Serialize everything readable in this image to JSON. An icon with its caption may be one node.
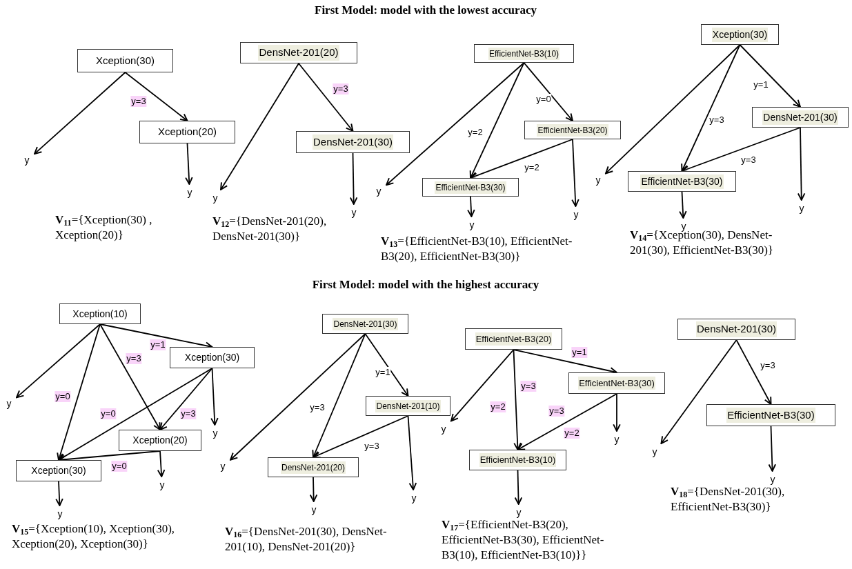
{
  "diagram": {
    "title": "First Model: model with the lowest accuracy",
    "nodes": [
      {
        "text": [
          "Xception(30)"
        ]
      },
      {
        "text": [
          "Xception(20)"
        ]
      },
      {
        "text": [
          "y"
        ]
      },
      {
        "text": [
          "y"
        ]
      },
      {
        "text": [
          "DensNet-201(20)"
        ]
      },
      {
        "text": [
          "DensNet-201(30)"
        ]
      },
      {
        "text": [
          "y"
        ]
      },
      {
        "text": [
          "y"
        ]
      },
      {
        "text": [
          "EfficientNet-B3(10)"
        ]
      },
      {
        "text": [
          "EfficientNet-B3(20)"
        ]
      },
      {
        "text": [
          "EfficientNet-B3(30)"
        ]
      },
      {
        "text": [
          "y"
        ]
      },
      {
        "text": [
          "y"
        ]
      },
      {
        "text": [
          "y"
        ]
      },
      {
        "text": [
          "Xception(30)"
        ]
      },
      {
        "text": [
          "DensNet-201(30)"
        ]
      },
      {
        "text": [
          "EfficientNet-B3(30)"
        ]
      },
      {
        "text": [
          "y"
        ]
      },
      {
        "text": [
          "y"
        ]
      },
      {
        "text": [
          "y"
        ]
      },
      {
        "text": [
          "Xception(10)"
        ]
      },
      {
        "text": [
          "Xception(30)"
        ]
      },
      {
        "text": [
          "Xception(20)"
        ]
      },
      {
        "text": [
          "Xception(30)"
        ]
      },
      {
        "text": [
          "y"
        ]
      },
      {
        "text": [
          "y"
        ]
      },
      {
        "text": [
          "y"
        ]
      },
      {
        "text": [
          "y"
        ]
      },
      {
        "text": [
          "DensNet-201(30)"
        ]
      },
      {
        "text": [
          "DensNet-201(10)"
        ]
      },
      {
        "text": [
          "DensNet-201(20)"
        ]
      },
      {
        "text": [
          "y"
        ]
      },
      {
        "text": [
          "y"
        ]
      },
      {
        "text": [
          "y"
        ]
      },
      {
        "text": [
          "EfficientNet-B3(20)"
        ]
      },
      {
        "text": [
          "EfficientNet-B3(30)"
        ]
      },
      {
        "text": [
          "EfficientNet-B3(10)"
        ]
      },
      {
        "text": [
          "y"
        ]
      },
      {
        "text": [
          "y"
        ]
      },
      {
        "text": [
          "y"
        ]
      },
      {
        "text": [
          "DensNet-201(30)"
        ]
      },
      {
        "text": [
          "EfficientNet-B3(30)"
        ]
      },
      {
        "text": [
          "y"
        ]
      },
      {
        "text": [
          "y"
        ]
      }
    ],
    "edges": [
      {
        "from": 0,
        "to": 2,
        "arrow": "to"
      },
      {
        "from": 0,
        "to": 1,
        "arrow": "to",
        "label": "y=3"
      },
      {
        "from": 1,
        "to": 3,
        "arrow": "to"
      },
      {
        "from": 4,
        "to": 6,
        "arrow": "to"
      },
      {
        "from": 4,
        "to": 5,
        "arrow": "to",
        "label": "y=3"
      },
      {
        "from": 5,
        "to": 7,
        "arrow": "to"
      },
      {
        "from": 8,
        "to": 11,
        "arrow": "to"
      },
      {
        "from": 8,
        "to": 10,
        "arrow": "to",
        "label": "y=2"
      },
      {
        "from": 8,
        "to": 9,
        "arrow": "to",
        "label": "y=0"
      },
      {
        "from": 9,
        "to": 10,
        "arrow": "to",
        "label": "y=2"
      },
      {
        "from": 9,
        "to": 13,
        "arrow": "to"
      },
      {
        "from": 10,
        "to": 12,
        "arrow": "to"
      },
      {
        "from": 14,
        "to": 17,
        "arrow": "to"
      },
      {
        "from": 14,
        "to": 16,
        "arrow": "to",
        "label": "y=3"
      },
      {
        "from": 14,
        "to": 15,
        "arrow": "to",
        "label": "y=1"
      },
      {
        "from": 15,
        "to": 16,
        "arrow": "to",
        "label": "y=3"
      },
      {
        "from": 15,
        "to": 19,
        "arrow": "to"
      },
      {
        "from": 16,
        "to": 18,
        "arrow": "to"
      },
      {
        "from": 20,
        "to": 24,
        "arrow": "to"
      },
      {
        "from": 20,
        "to": 23,
        "arrow": "to",
        "label": "y=0"
      },
      {
        "from": 20,
        "to": 22,
        "arrow": "to",
        "label": "y=3"
      },
      {
        "from": 20,
        "to": 21,
        "arrow": "to",
        "label": "y=1"
      },
      {
        "from": 21,
        "to": 23,
        "arrow": "to",
        "label": "y=0"
      },
      {
        "from": 21,
        "to": 22,
        "arrow": "to",
        "label": "y=3"
      },
      {
        "from": 21,
        "to": 25,
        "arrow": "to"
      },
      {
        "from": 22,
        "to": 23,
        "arrow": "to",
        "label": "y=0"
      },
      {
        "from": 22,
        "to": 26,
        "arrow": "to"
      },
      {
        "from": 23,
        "to": 27,
        "arrow": "to"
      },
      {
        "from": 28,
        "to": 31,
        "arrow": "to"
      },
      {
        "from": 28,
        "to": 30,
        "arrow": "to",
        "label": "y=3"
      },
      {
        "from": 28,
        "to": 29,
        "arrow": "to",
        "label": "y=1"
      },
      {
        "from": 29,
        "to": 30,
        "arrow": "to",
        "label": "y=3"
      },
      {
        "from": 29,
        "to": 33,
        "arrow": "to"
      },
      {
        "from": 30,
        "to": 32,
        "arrow": "to"
      },
      {
        "from": 34,
        "to": 37,
        "arrow": "to"
      },
      {
        "from": 34,
        "to": 36,
        "arrow": "to",
        "label": "y=3"
      },
      {
        "from": 34,
        "to": 35,
        "arrow": "to",
        "label": "y=1"
      },
      {
        "from": 35,
        "to": 36,
        "arrow": "to",
        "label": "y=2"
      },
      {
        "from": 35,
        "to": 38,
        "arrow": "to"
      },
      {
        "from": 36,
        "to": 39,
        "arrow": "to"
      },
      {
        "from": 40,
        "to": 42,
        "arrow": "to"
      },
      {
        "from": 40,
        "to": 41,
        "arrow": "to",
        "label": "y=3"
      },
      {
        "from": 41,
        "to": 43,
        "arrow": "to"
      }
    ],
    "labels": [
      "**V**$_{11}$={Xception(30) , Xception(20)}",
      "**V**$_{12}$={DensNet-201(20), DensNet-201(30)}",
      "**V**$_{13}$={EfficientNet-B3(10), EfficientNet-B3(20), EfficientNet-B3(30)}",
      "**V**$_{14}$={Xception(30), DensNet-201(30), EfficientNet-B3(30)}",
      "First Model: model with the highest accuracy",
      "y=2",
      "y=3",
      "**V**$_{15}$={Xception(10), Xception(30), Xception(20), Xception(30)}",
      "**V**$_{16}$={DensNet-201(30), DensNet-201(10), DensNet-201(20)}",
      "**V**$_{17}$={EfficientNet-B3(20), EfficientNet-B3(30), EfficientNet-B3(10), EfficientNet-B3(10)}}",
      "**V**$_{18}$={DensNet-201(30), EfficientNet-B3(30)}"
    ]
  }
}
